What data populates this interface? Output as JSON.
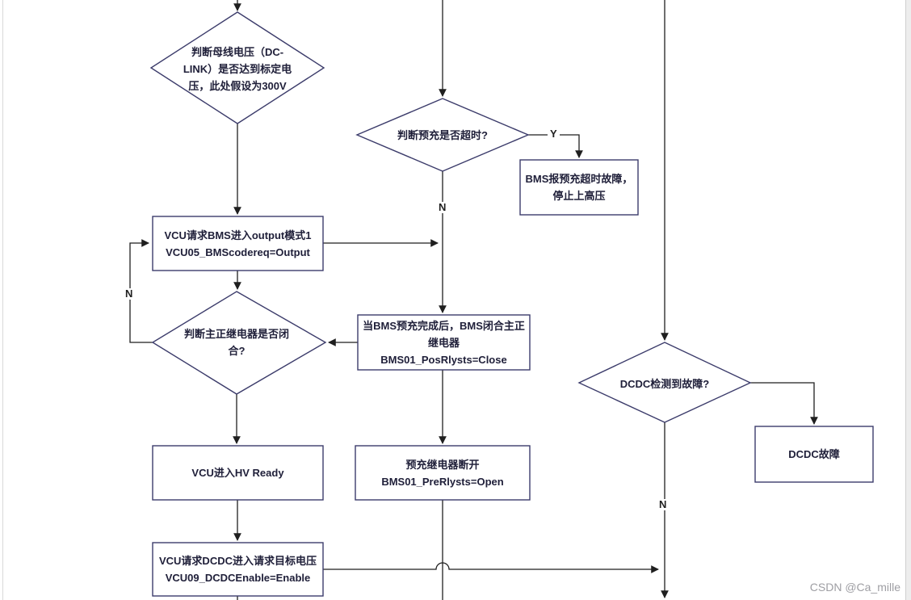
{
  "diagram": {
    "nodes": {
      "bus_voltage_check": {
        "type": "decision",
        "text": "判断母线电压（DC-\nLINK）是否达到标定电\n压，此处假设为300V"
      },
      "precharge_timeout_check": {
        "type": "decision",
        "text": "判断预充是否超时?"
      },
      "precharge_timeout_fault": {
        "type": "process",
        "text": "BMS报预充超时故障，\n停止上高压"
      },
      "vcu_request_output_mode": {
        "type": "process",
        "text": "VCU请求BMS进入output模式1\nVCU05_BMScodereq=Output"
      },
      "main_relay_closed_check": {
        "type": "decision",
        "text": "判断主正继电器是否闭\n合?"
      },
      "bms_close_main_relay": {
        "type": "process",
        "text": "当BMS预充完成后，BMS闭合主正\n继电器\nBMS01_PosRlysts=Close"
      },
      "vcu_hv_ready": {
        "type": "process",
        "text": "VCU进入HV Ready"
      },
      "precharge_relay_open": {
        "type": "process",
        "text": "预充继电器断开\nBMS01_PreRlysts=Open"
      },
      "vcu_request_dcdc": {
        "type": "process",
        "text": "VCU请求DCDC进入请求目标电压\nVCU09_DCDCEnable=Enable"
      },
      "dcdc_fault_check": {
        "type": "decision",
        "text": "DCDC检测到故障?"
      },
      "dcdc_fault": {
        "type": "process",
        "text": "DCDC故障"
      }
    },
    "edge_labels": {
      "precharge_timeout_yes": "Y",
      "precharge_timeout_no": "N",
      "main_relay_no": "N",
      "dcdc_fault_no": "N"
    },
    "colors": {
      "shape_border": "#3c3c6b",
      "shape_fill": "#ffffff",
      "text": "#20203a",
      "connector": "#1f1f1f"
    }
  },
  "watermark": {
    "text": "CSDN @Ca_mille",
    "color": "#9e9ea3"
  }
}
